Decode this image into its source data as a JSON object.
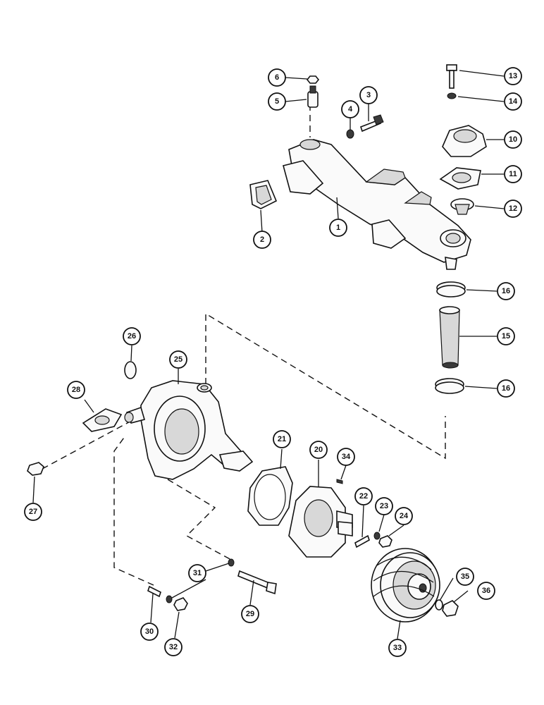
{
  "callouts": [
    {
      "id": "c1",
      "label": "1"
    },
    {
      "id": "c2",
      "label": "2"
    },
    {
      "id": "c3",
      "label": "3"
    },
    {
      "id": "c4",
      "label": "4"
    },
    {
      "id": "c5",
      "label": "5"
    },
    {
      "id": "c6",
      "label": "6"
    },
    {
      "id": "c10",
      "label": "10"
    },
    {
      "id": "c11",
      "label": "11"
    },
    {
      "id": "c12",
      "label": "12"
    },
    {
      "id": "c13",
      "label": "13"
    },
    {
      "id": "c14",
      "label": "14"
    },
    {
      "id": "c15",
      "label": "15"
    },
    {
      "id": "c16a",
      "label": "16"
    },
    {
      "id": "c16b",
      "label": "16"
    },
    {
      "id": "c20",
      "label": "20"
    },
    {
      "id": "c21",
      "label": "21"
    },
    {
      "id": "c22",
      "label": "22"
    },
    {
      "id": "c23",
      "label": "23"
    },
    {
      "id": "c24",
      "label": "24"
    },
    {
      "id": "c25",
      "label": "25"
    },
    {
      "id": "c26",
      "label": "26"
    },
    {
      "id": "c27",
      "label": "27"
    },
    {
      "id": "c28",
      "label": "28"
    },
    {
      "id": "c29",
      "label": "29"
    },
    {
      "id": "c30",
      "label": "30"
    },
    {
      "id": "c31",
      "label": "31"
    },
    {
      "id": "c32",
      "label": "32"
    },
    {
      "id": "c33",
      "label": "33"
    },
    {
      "id": "c34",
      "label": "34"
    },
    {
      "id": "c35",
      "label": "35"
    },
    {
      "id": "c36",
      "label": "36"
    }
  ]
}
